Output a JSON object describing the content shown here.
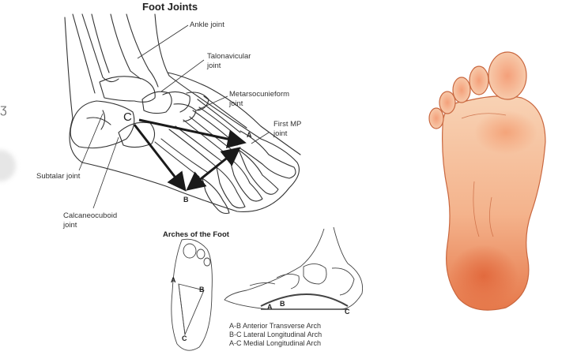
{
  "foot_joints": {
    "title": "Foot Joints",
    "labels": {
      "ankle": "Ankle joint",
      "talonavicular_1": "Talonavicular",
      "talonavicular_2": "joint",
      "metatarsocuneiform_1": "Metarsocunieform",
      "metatarsocuneiform_2": "joint",
      "first_mp_1": "First MP",
      "first_mp_2": "joint",
      "subtalar": "Subtalar joint",
      "calcaneocuboid_1": "Calcaneocuboid",
      "calcaneocuboid_2": "joint"
    },
    "points": {
      "a": "A",
      "b": "B",
      "c": "C"
    }
  },
  "arches": {
    "title": "Arches of the Foot",
    "points": {
      "a": "A",
      "b": "B",
      "c": "C"
    },
    "legend": [
      "A-B Anterior Transverse Arch",
      "B-C Lateral Longitudinal Arch",
      "A-C Medial Longitudinal Arch"
    ]
  },
  "colors": {
    "sole_light": "#f6c9a8",
    "sole_mid": "#f0a57c",
    "sole_dark": "#e2754a",
    "outline": "#c9673f",
    "arrow": "#1a1a1a"
  }
}
